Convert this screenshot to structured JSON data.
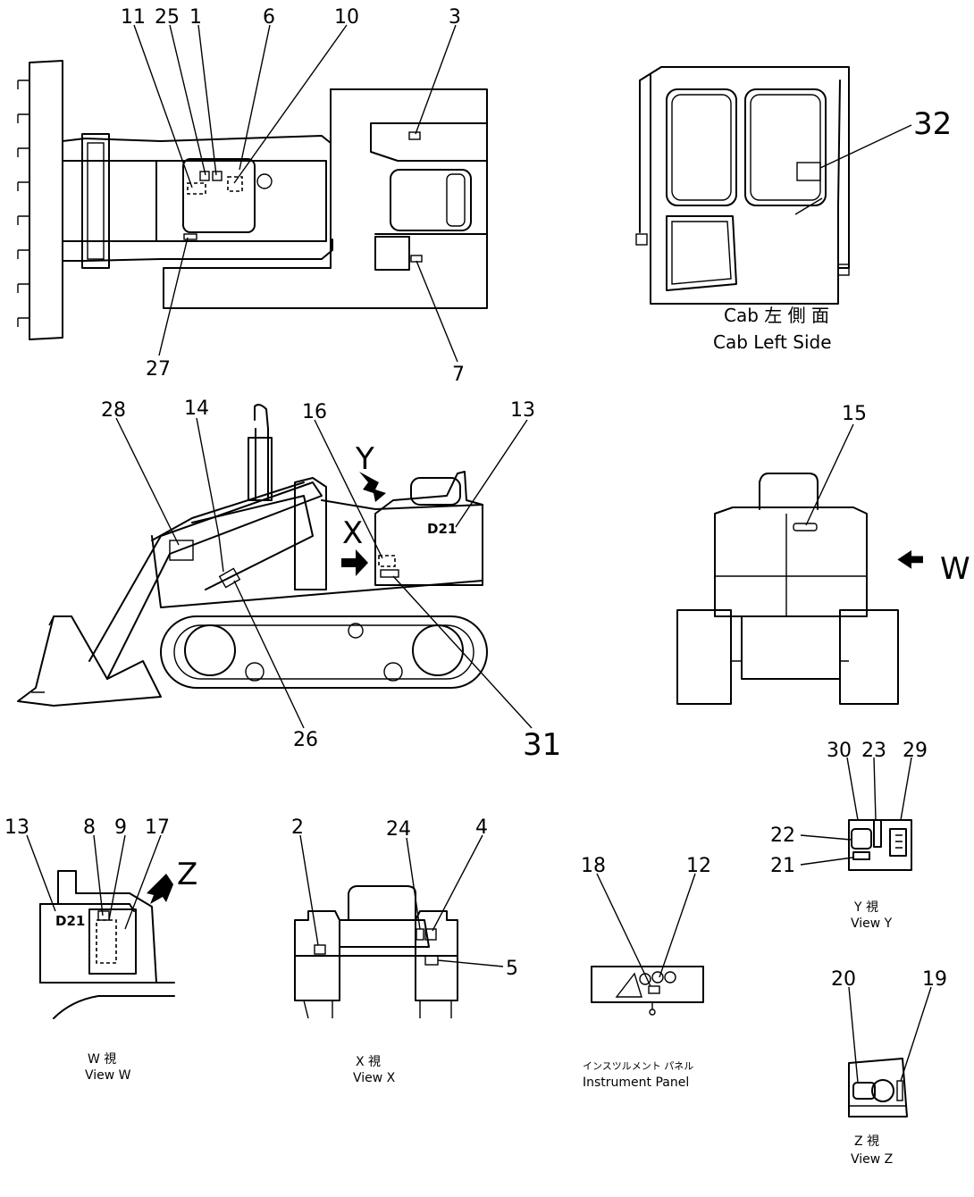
{
  "top_view": {
    "callouts": [
      "11",
      "25",
      "1",
      "6",
      "10",
      "3",
      "27",
      "7"
    ]
  },
  "cab_left_side": {
    "callout": "32",
    "caption_jp": "Cab 左 側 面",
    "caption_en": "Cab Left Side"
  },
  "side_view": {
    "callouts": [
      "28",
      "14",
      "16",
      "13",
      "26",
      "31"
    ],
    "arrow_y": "Y",
    "arrow_x": "X",
    "model_mark": "D21"
  },
  "rear_view": {
    "callout": "15",
    "arrow_w": "W"
  },
  "view_y": {
    "callouts": [
      "30",
      "23",
      "29",
      "22",
      "21"
    ],
    "caption_jp": "Y 視",
    "caption_en": "View Y"
  },
  "view_w": {
    "callouts": [
      "13",
      "8",
      "9",
      "17"
    ],
    "arrow_z": "Z",
    "model_mark": "D21",
    "caption_jp": "W 視",
    "caption_en": "View W"
  },
  "view_x": {
    "callouts": [
      "2",
      "24",
      "4",
      "5"
    ],
    "caption_jp": "X 視",
    "caption_en": "View X"
  },
  "instrument_panel": {
    "callouts": [
      "18",
      "12"
    ],
    "caption_jp": "インスツルメント パネル",
    "caption_en": "Instrument Panel"
  },
  "view_z": {
    "callouts": [
      "20",
      "19"
    ],
    "caption_jp": "Z 視",
    "caption_en": "View Z"
  }
}
